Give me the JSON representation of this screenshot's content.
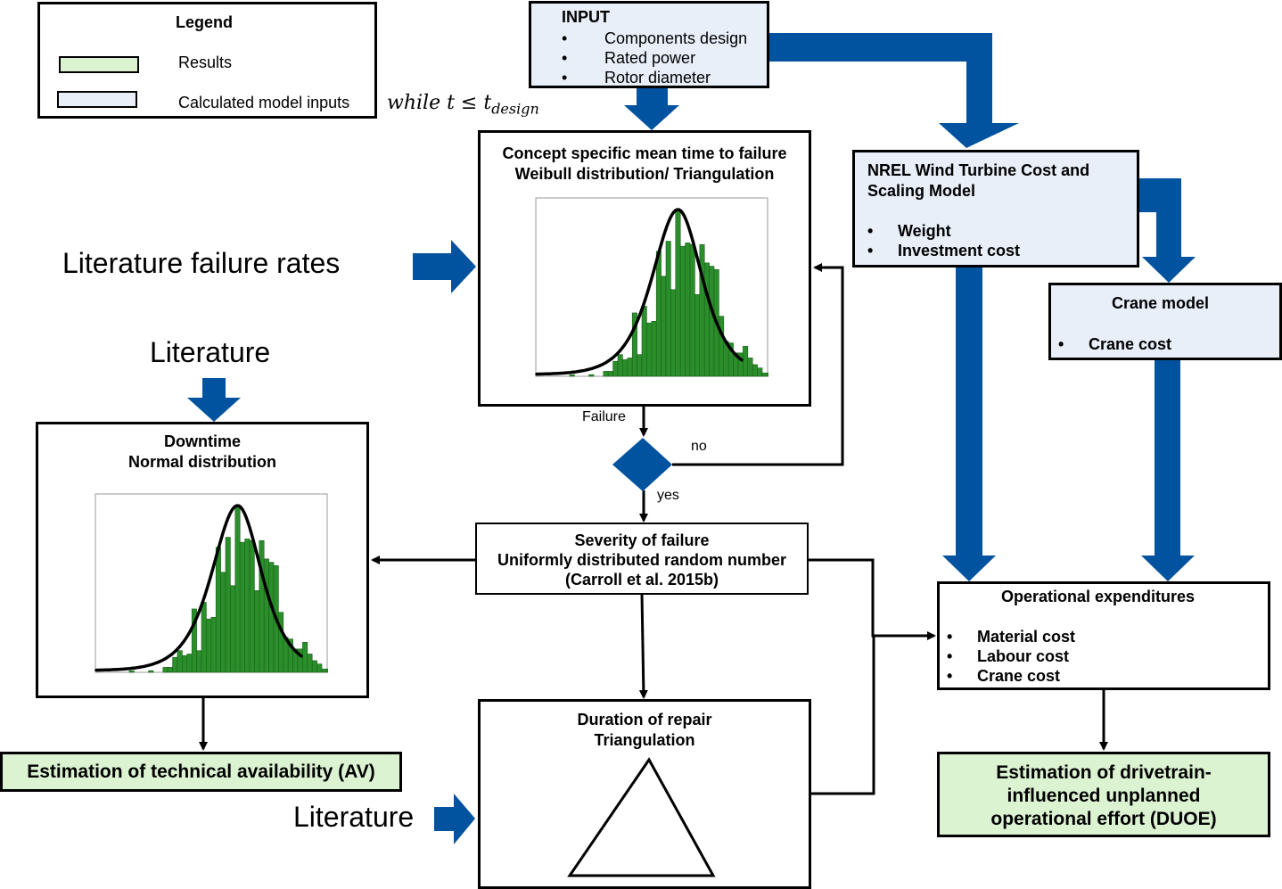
{
  "colors": {
    "arrow_blue": "#02539f",
    "results_fill": "#dcf3d2",
    "inputs_fill": "#e8eff9",
    "histogram_green": "#2a8f2a"
  },
  "legend": {
    "title": "Legend",
    "items": [
      {
        "label": "Results",
        "swatch": "results"
      },
      {
        "label": "Calculated model inputs",
        "swatch": "inputs"
      }
    ]
  },
  "loop_condition": {
    "prefix": "while t ≤ t",
    "subscript": "design"
  },
  "input_box": {
    "title": "INPUT",
    "items": [
      "Components design",
      "Rated power",
      "Rotor diameter"
    ]
  },
  "mttf_box": {
    "title_line1": "Concept specific mean time to failure",
    "title_line2": "Weibull distribution/ Triangulation"
  },
  "nrel_box": {
    "title_line1": "NREL Wind Turbine Cost and",
    "title_line2": "Scaling Model",
    "items": [
      "Weight",
      "Investment cost"
    ]
  },
  "crane_box": {
    "title": "Crane model",
    "items": [
      "Crane cost"
    ]
  },
  "literature_failure_rates": "Literature failure rates",
  "literature_downtime": "Literature",
  "literature_repair": "Literature",
  "downtime_box": {
    "title_line1": "Downtime",
    "title_line2": "Normal distribution"
  },
  "decision": {
    "input_label": "Failure",
    "no_label": "no",
    "yes_label": "yes"
  },
  "severity_box": {
    "line1": "Severity of failure",
    "line2": "Uniformly distributed random number",
    "line3": "(Carroll et al. 2015b)"
  },
  "opex_box": {
    "title": "Operational expenditures",
    "items": [
      "Material cost",
      "Labour cost",
      "Crane cost"
    ]
  },
  "repair_box": {
    "title_line1": "Duration of repair",
    "title_line2": "Triangulation"
  },
  "av_box": {
    "label": "Estimation of technical availability (AV)"
  },
  "duoe_box": {
    "line1": "Estimation of drivetrain-",
    "line2": "influenced unplanned",
    "line3": "operational effort (DUOE)"
  },
  "histogram": {
    "relative_bar_heights": [
      0.01,
      0.0,
      0.0,
      0.0,
      0.01,
      0.0,
      0.0,
      0.03,
      0.03,
      0.09,
      0.13,
      0.1,
      0.11,
      0.38,
      0.13,
      0.42,
      0.32,
      0.33,
      0.75,
      0.6,
      0.81,
      0.52,
      0.99,
      0.78,
      0.8,
      0.79,
      0.49,
      0.79,
      0.68,
      0.66,
      0.64,
      0.36,
      0.21,
      0.2,
      0.14,
      0.14,
      0.18,
      0.11,
      0.07,
      0.05,
      0.02,
      0.02,
      0.03
    ],
    "curve": "bell-shaped fitted density"
  }
}
